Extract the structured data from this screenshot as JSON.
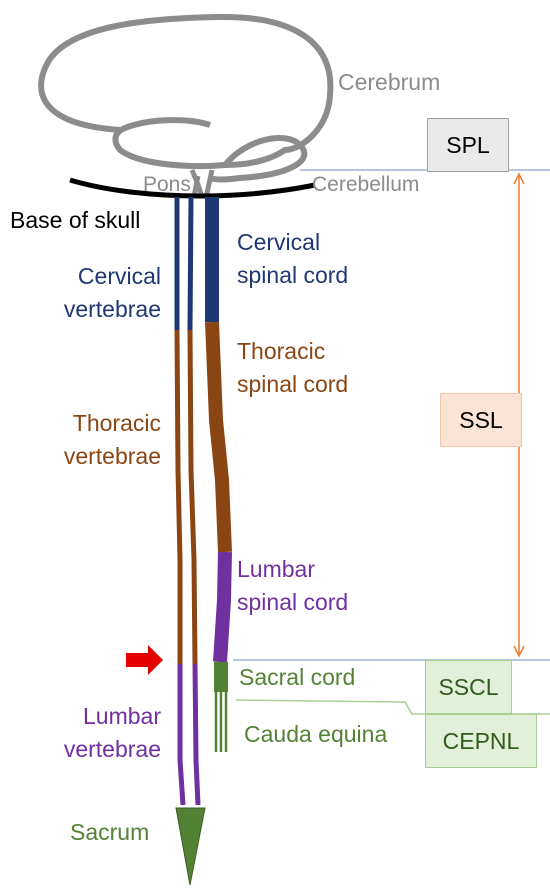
{
  "labels": {
    "cerebrum": "Cerebrum",
    "pons": "Pons",
    "cerebellum": "Cerebellum",
    "base_of_skull": "Base of skull",
    "cervical_vertebrae": [
      "Cervical",
      "vertebrae"
    ],
    "cervical_spinal_cord": [
      "Cervical",
      "spinal cord"
    ],
    "thoracic_spinal_cord": [
      "Thoracic",
      "spinal cord"
    ],
    "thoracic_vertebrae": [
      "Thoracic",
      "vertebrae"
    ],
    "lumbar_spinal_cord": [
      "Lumbar",
      "spinal cord"
    ],
    "sacral_cord": "Sacral cord",
    "cauda_equina": "Cauda equina",
    "lumbar_vertebrae": [
      "Lumbar",
      "vertebrae"
    ],
    "sacrum": "Sacrum"
  },
  "boxes": {
    "spl": "SPL",
    "ssl": "SSL",
    "sscl": "SSCL",
    "cepnl": "CEPNL"
  },
  "colors": {
    "brain": "#8c8c8c",
    "skull": "#000000",
    "cervical": "#1f3873",
    "thoracic": "#8b4513",
    "lumbar": "#7030a0",
    "sacral": "#548235",
    "marker_arrow": "#e60000",
    "ssl_arrow": "#ed7d31",
    "reference_line": "#9bb3d6"
  },
  "icons": {
    "marker": "red-arrow-icon"
  }
}
